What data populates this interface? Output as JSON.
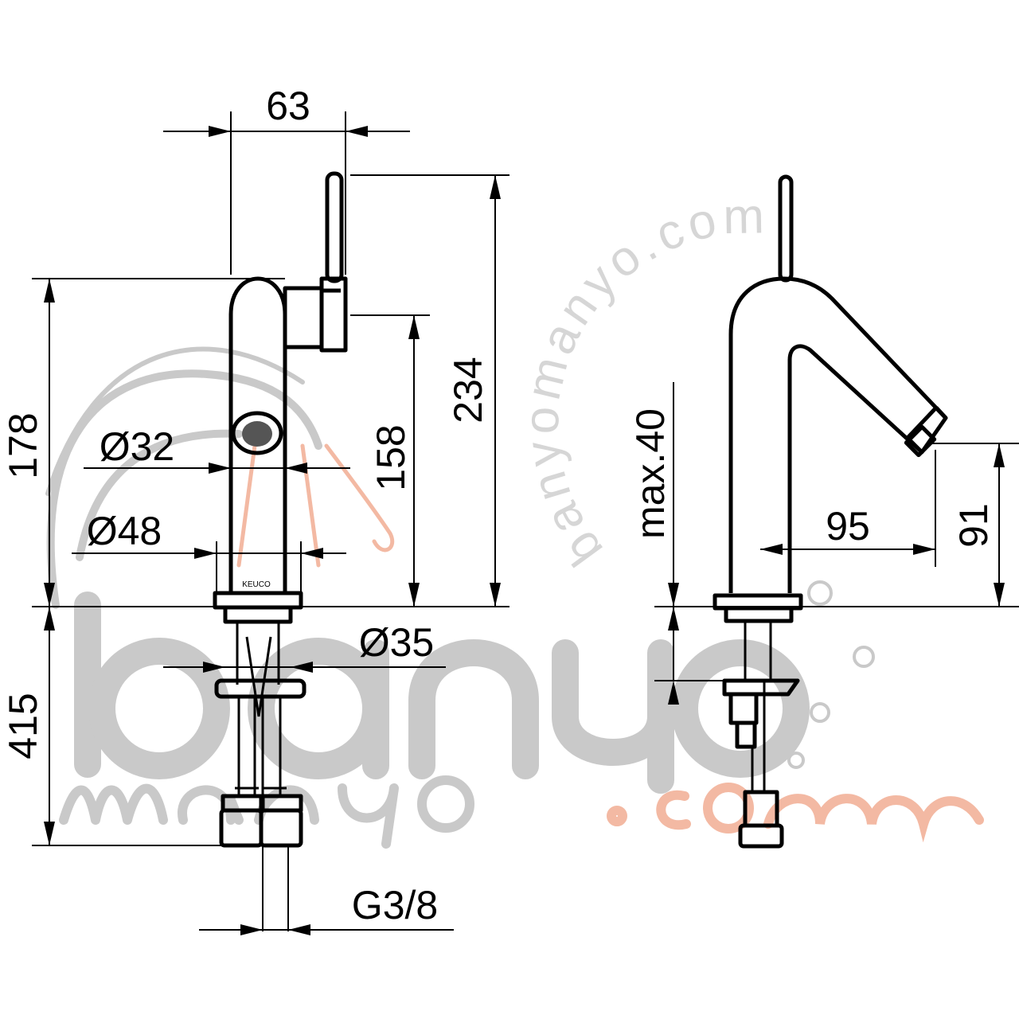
{
  "front_view": {
    "width_top": "63",
    "height_spout": "178",
    "height_aerator": "158",
    "height_total": "234",
    "dia_spout": "Ø32",
    "dia_base": "Ø48",
    "dia_shank": "Ø35",
    "below_deck": "415",
    "connector": "G3/8",
    "brand_mark": "KEUCO"
  },
  "side_view": {
    "max_deck": "max.40",
    "projection": "95",
    "outlet_height": "91"
  },
  "watermark": {
    "line1": "banyo",
    "line2": "manyo",
    "suffix": ".com",
    "arc_text": "banyomanyo.com"
  }
}
